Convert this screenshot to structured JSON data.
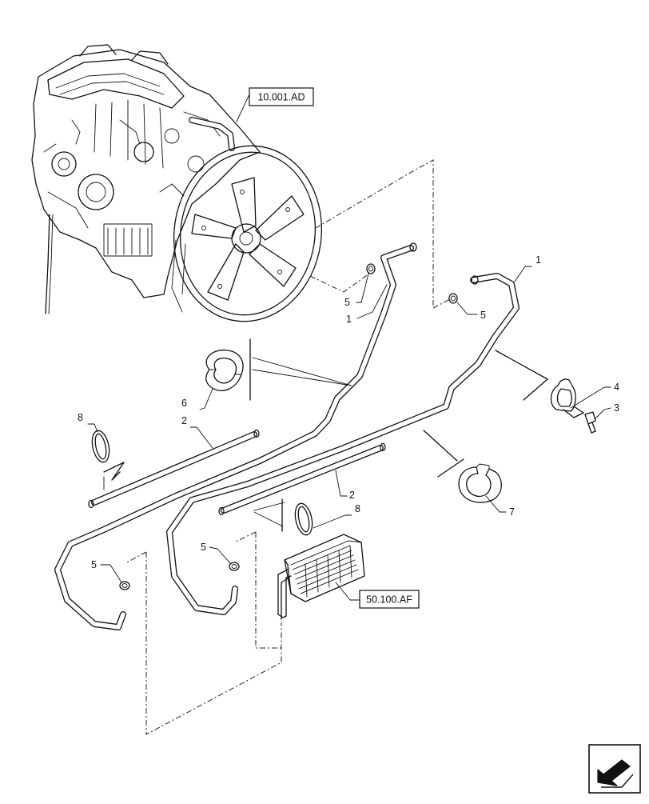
{
  "references": {
    "engine": "10.001.AD",
    "heater": "50.100.AF"
  },
  "callouts": {
    "hose_1_left": "1",
    "hose_1_right": "1",
    "hose_2_left": "2",
    "hose_2_right": "2",
    "bolt_3": "3",
    "bracket_4": "4",
    "clamp_5_upper_left": "5",
    "clamp_5_upper_right": "5",
    "clamp_5_lower_left": "5",
    "clamp_5_lower_mid": "5",
    "grommet_6": "6",
    "clip_7": "7",
    "ring_8_left": "8",
    "ring_8_right": "8"
  },
  "icons": {
    "navigation": "arrow-next-page-icon"
  }
}
